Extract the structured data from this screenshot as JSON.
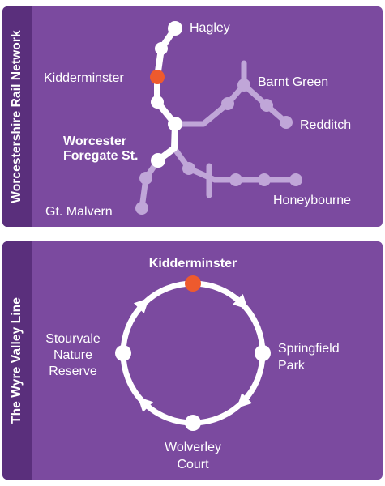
{
  "network": {
    "title": "Worcestershire  Rail Network",
    "stations": {
      "hagley": "Hagley",
      "kidderminster": "Kidderminster",
      "barnt_green": "Barnt Green",
      "redditch": "Redditch",
      "worcester_line1": "Worcester",
      "worcester_line2": "Foregate St.",
      "honeybourne": "Honeybourne",
      "gt_malvern": "Gt. Malvern"
    }
  },
  "wyre": {
    "title": "The Wyre Valley Line",
    "stations": {
      "kidderminster": "Kidderminster",
      "springfield_line1": "Springfield",
      "springfield_line2": "Park",
      "wolverley_line1": "Wolverley",
      "wolverley_line2": "Court",
      "stourvale_line1": "Stourvale",
      "stourvale_line2": "Nature",
      "stourvale_line3": "Reserve"
    }
  },
  "colors": {
    "panel": "#7b4a9f",
    "side_bar": "#5a2f7c",
    "main_line": "#ffffff",
    "branch_line": "#c0a6d8",
    "highlight_station": "#ee5a2e"
  }
}
